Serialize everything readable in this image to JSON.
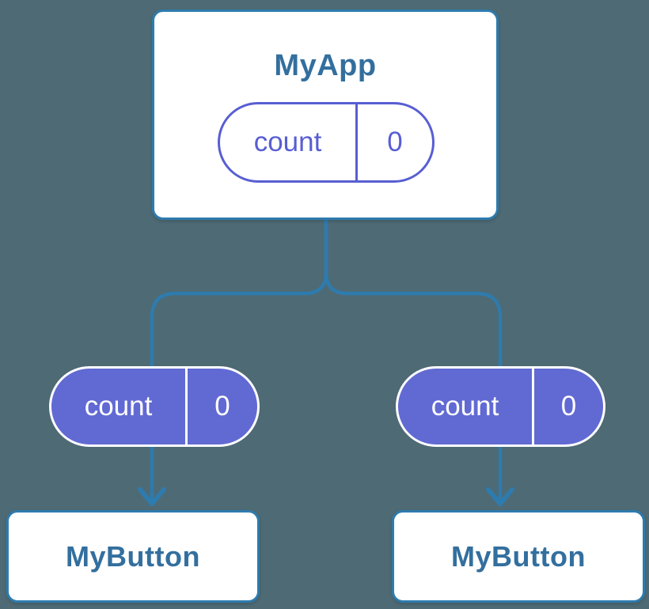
{
  "diagram": {
    "description": "Component tree diagram: parent component holding state passed as props to two child components",
    "background_color": "#4E6A74",
    "colors": {
      "connector_blue": "#2E7BAE",
      "title_blue": "#336F9E",
      "accent_purple": "#585ED2",
      "pill_fill_purple": "#616AD3",
      "card_white": "#FFFFFF"
    },
    "root": {
      "title": "MyApp",
      "state": {
        "name": "count",
        "value": "0"
      }
    },
    "children": [
      {
        "title": "MyButton",
        "prop": {
          "name": "count",
          "value": "0"
        }
      },
      {
        "title": "MyButton",
        "prop": {
          "name": "count",
          "value": "0"
        }
      }
    ]
  }
}
